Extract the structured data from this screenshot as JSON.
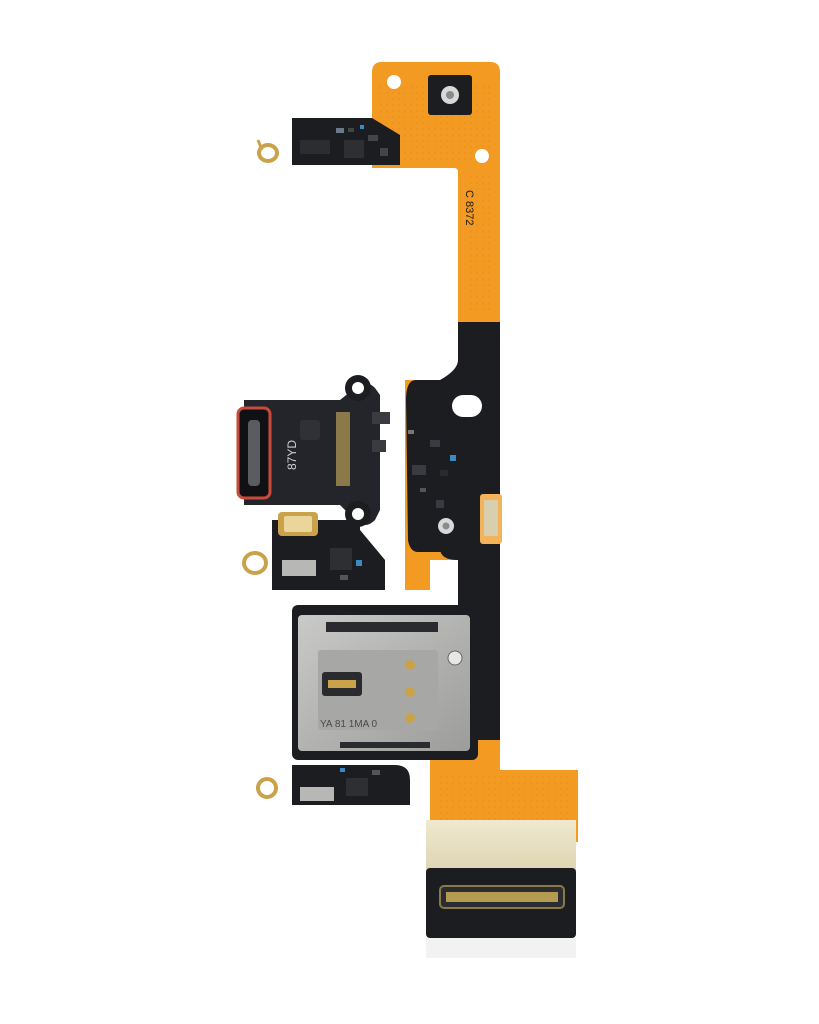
{
  "photo": {
    "background": "#ffffff",
    "subject": "charging port flex cable with sim card reader",
    "colors": {
      "flex": "#f29a22",
      "flex_dark": "#d9841a",
      "board": "#1c1d20",
      "stiffener": "#2a2b2f",
      "tray_metal": "#b7b8b6",
      "beige_film": "#e8e1c5",
      "gold": "#c9a24a"
    },
    "labels": {
      "flex_code": "C 8372",
      "port_code": "87YD",
      "tray_code": "YA 81 1MA 0"
    },
    "icons": [
      "usb-c-port-icon",
      "microphone-icon",
      "sim-tray-icon",
      "board-connector-icon",
      "antenna-contact-icon"
    ]
  }
}
